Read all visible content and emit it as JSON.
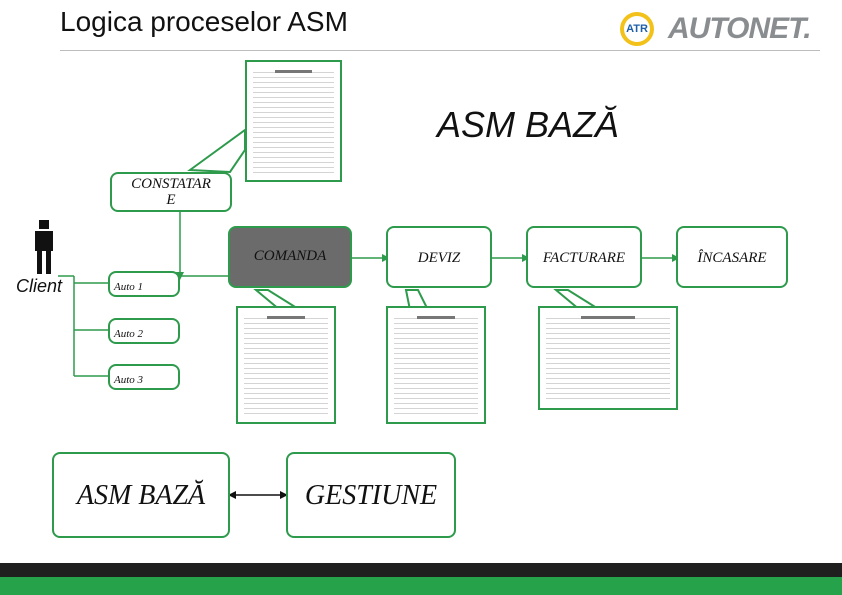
{
  "header": {
    "title": "Logica proceselor ASM",
    "logo_badge": "ATR",
    "logo_brand": "AUTONET."
  },
  "diagram": {
    "main_title": "ASM BAZĂ",
    "constatare_label": "CONSTATAR\nE",
    "comanda_label": "COMANDA",
    "deviz_label": "DEVIZ",
    "facturare_label": "FACTURARE",
    "incasare_label": "ÎNCASARE",
    "client_label": "Client",
    "auto_items": [
      "Auto 1",
      "Auto 2",
      "Auto 3"
    ],
    "bottom_left_label": "ASM BAZĂ",
    "bottom_right_label": "GESTIUNE"
  },
  "colors": {
    "accent_green": "#2e9a4c",
    "comanda_fill": "#6b6b6b",
    "footer_dark": "#1f1f1f",
    "footer_green": "#26a24a"
  }
}
